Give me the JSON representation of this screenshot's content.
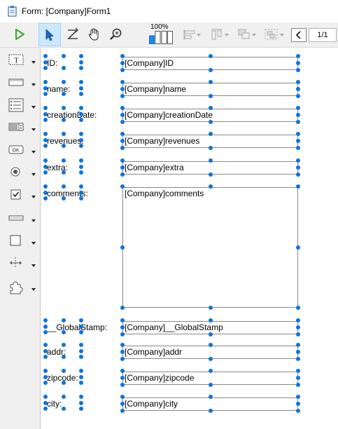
{
  "window": {
    "title": "Form: [Company]Form1"
  },
  "toolbar": {
    "zoom_label": "100%",
    "page_indicator": "1/1"
  },
  "fields": [
    {
      "label": "ID:",
      "value": "[Company]ID"
    },
    {
      "label": "name:",
      "value": "[Company]name"
    },
    {
      "label": "creationDate:",
      "value": "[Company]creationDate"
    },
    {
      "label": "revenues:",
      "value": "[Company]revenues"
    },
    {
      "label": "extra:",
      "value": "[Company]extra"
    },
    {
      "label": "comments:",
      "value": "[Company]comments"
    },
    {
      "label": "__GlobalStamp:",
      "value": "[Company]__GlobalStamp"
    },
    {
      "label": "addr:",
      "value": "[Company]addr"
    },
    {
      "label": "zipcode:",
      "value": "[Company]zipcode"
    },
    {
      "label": "city:",
      "value": "[Company]city"
    }
  ],
  "sidebar_tools": [
    "text-tool-icon",
    "field-tool-icon",
    "list-tool-icon",
    "stepper-tool-icon",
    "button-tool-icon",
    "radio-tool-icon",
    "checkbox-tool-icon",
    "line-tool-icon",
    "rectangle-tool-icon",
    "splitter-tool-icon",
    "plugin-tool-icon"
  ],
  "colors": {
    "handle": "#0d74d9",
    "accent_green": "#3aa335",
    "selection": "#cce8ff"
  }
}
